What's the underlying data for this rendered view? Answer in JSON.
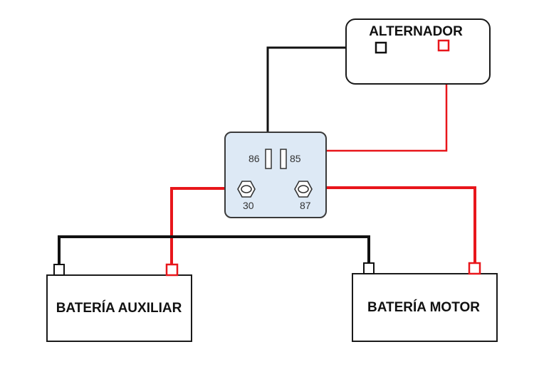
{
  "components": {
    "alternator": {
      "label": "ALTERNADOR"
    },
    "relay": {
      "pins": {
        "p86": "86",
        "p85": "85",
        "p30": "30",
        "p87": "87"
      }
    },
    "aux_battery": {
      "label": "BATERÍA AUXILIAR"
    },
    "engine_battery": {
      "label": "BATERÍA MOTOR"
    }
  },
  "colors": {
    "positive_wire": "#e8161b",
    "ground_wire": "#111111",
    "relay_fill": "#dde9f5",
    "relay_stroke": "#3a3a3a"
  }
}
